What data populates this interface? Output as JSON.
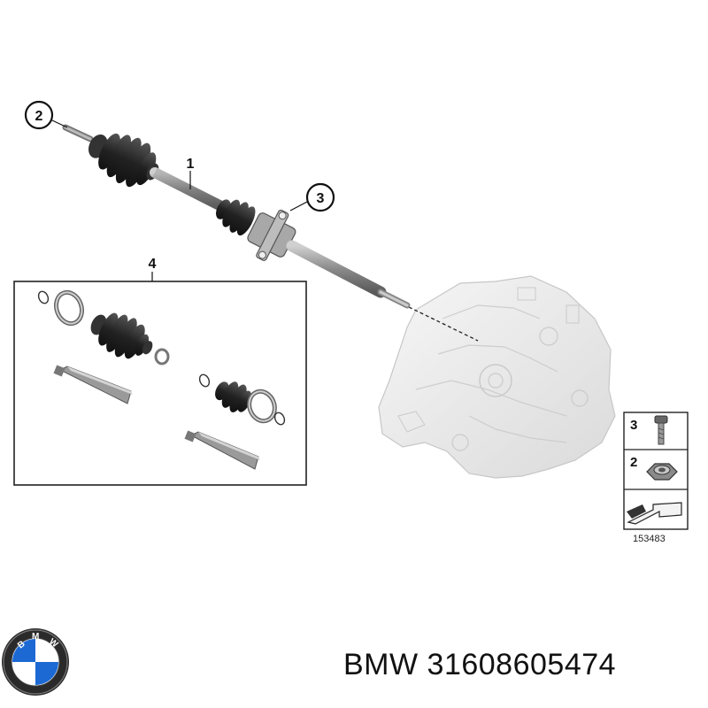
{
  "callouts": {
    "driveshaft": "1",
    "collar_nut": "2",
    "bolt": "3",
    "boot_kit": "4"
  },
  "legend": {
    "row_bolt": "3",
    "row_nut": "2",
    "reference_number": "153483"
  },
  "footer": {
    "brand": "BMW",
    "part_number": "31608605474"
  },
  "icons": {
    "logo": "bmw-roundel-logo",
    "arrow": "arrow-icon"
  },
  "colors": {
    "boot": "#2b2b2b",
    "shaft": "#8e8e8e",
    "housing": "#d9d9d9",
    "logo_blue": "#1c69d4"
  }
}
